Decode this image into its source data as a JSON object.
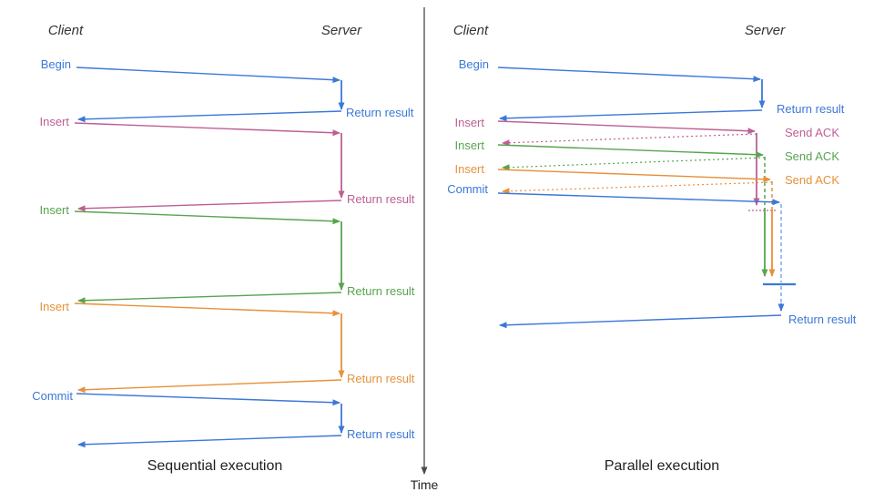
{
  "colors": {
    "blue": "#3c78d8",
    "light_blue": "#7baaf0",
    "pink": "#bd5f94",
    "green": "#58a44f",
    "orange": "#e6913c",
    "axis": "#4a4a4a",
    "title": "#202020"
  },
  "time_axis": {
    "label": "Time"
  },
  "sequential": {
    "title": "Sequential execution",
    "client_label": "Client",
    "server_label": "Server",
    "messages": [
      {
        "label": "Begin",
        "color": "blue",
        "response": "Return result"
      },
      {
        "label": "Insert",
        "color": "pink",
        "response": "Return result"
      },
      {
        "label": "Insert",
        "color": "green",
        "response": "Return result"
      },
      {
        "label": "Insert",
        "color": "orange",
        "response": "Return result"
      },
      {
        "label": "Commit",
        "color": "blue",
        "response": "Return result"
      }
    ]
  },
  "parallel": {
    "title": "Parallel execution",
    "client_label": "Client",
    "server_label": "Server",
    "messages": [
      {
        "label": "Begin",
        "color": "blue",
        "response": "Return result"
      },
      {
        "label": "Insert",
        "color": "pink",
        "response": "Send ACK"
      },
      {
        "label": "Insert",
        "color": "green",
        "response": "Send ACK"
      },
      {
        "label": "Insert",
        "color": "orange",
        "response": "Send ACK"
      },
      {
        "label": "Commit",
        "color": "blue",
        "response": "Return result"
      }
    ]
  }
}
